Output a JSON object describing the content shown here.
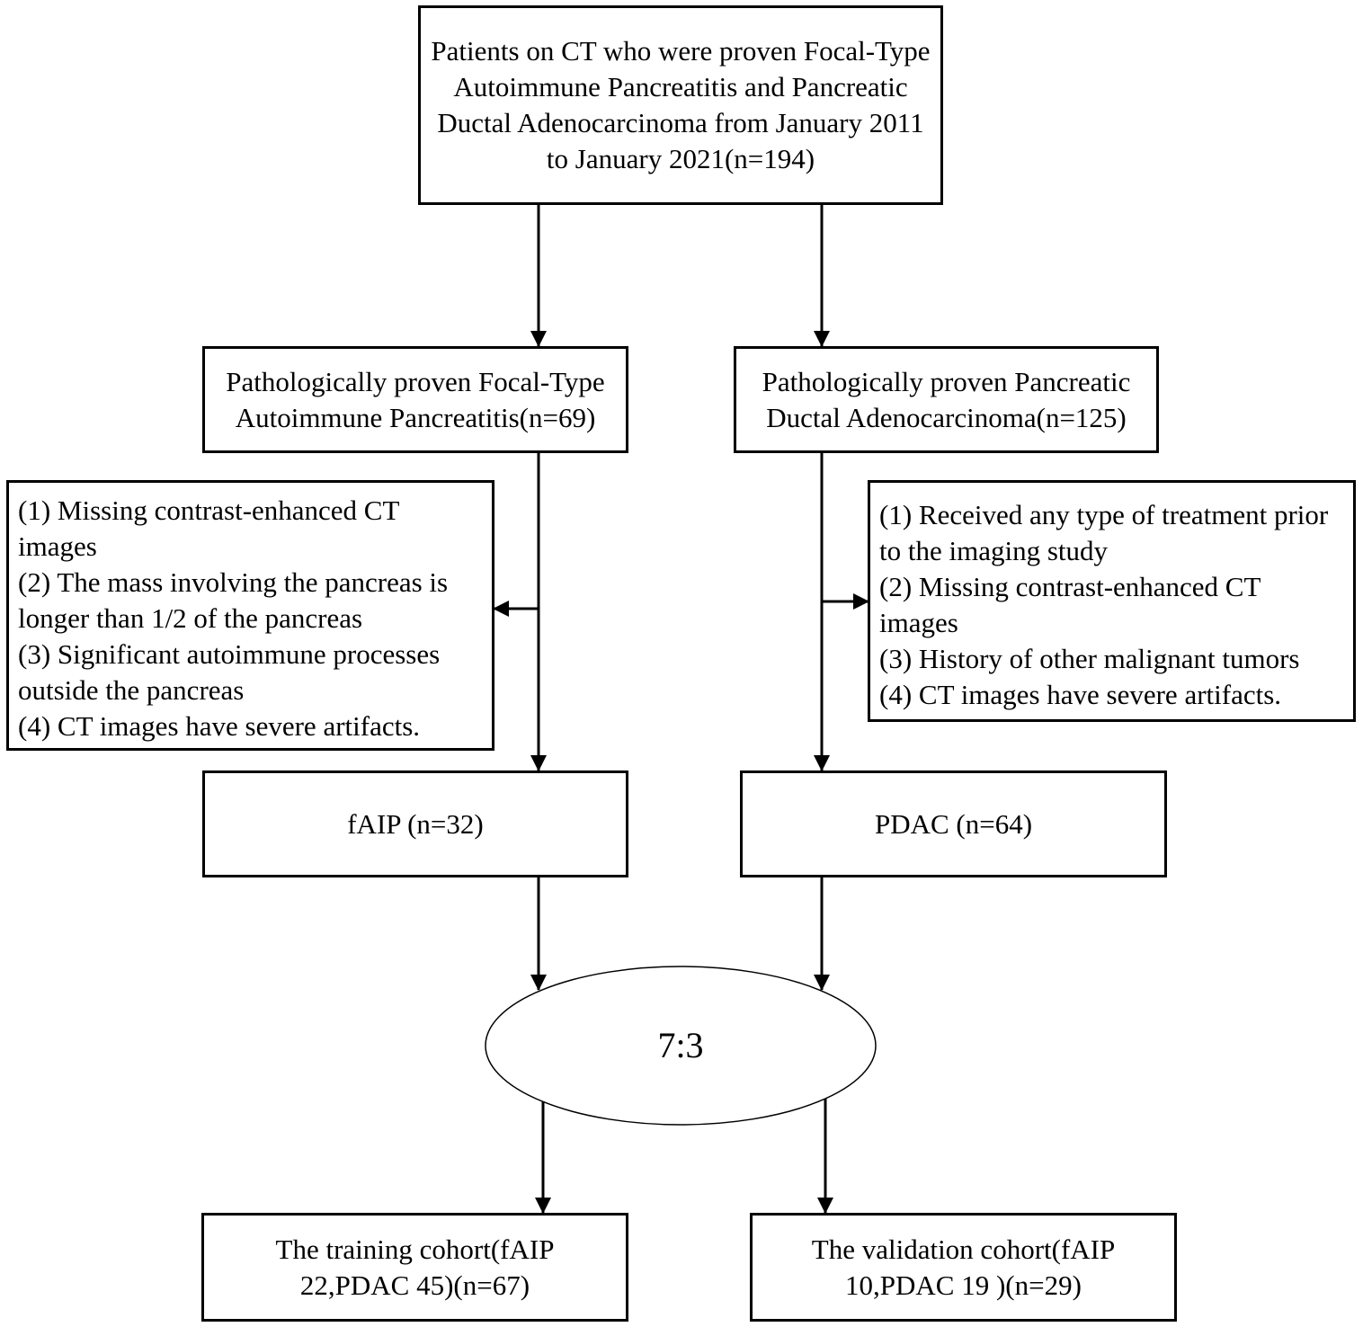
{
  "nodes": {
    "source": {
      "text": "Patients  on CT who were proven Focal-Type Autoimmune Pancreatitis and Pancreatic Ductal Adenocarcinoma from January 2011 to January 2021(n=194)"
    },
    "faip_proven": {
      "text": "Pathologically proven  Focal-Type Autoimmune Pancreatitis(n=69)"
    },
    "pdac_proven": {
      "text": "Pathologically proven Pancreatic Ductal Adenocarcinoma(n=125)"
    },
    "faip_exclusions": {
      "items": [
        "(1) Missing contrast-enhanced CT images",
        "(2) The mass involving the pancreas is longer than 1/2 of the pancreas",
        "(3) Significant autoimmune processes outside the pancreas",
        "(4) CT images have severe artifacts."
      ]
    },
    "pdac_exclusions": {
      "items": [
        "(1) Received any type of treatment prior to the imaging study",
        "(2) Missing contrast-enhanced CT images",
        "(3) History of other malignant tumors",
        "(4) CT images have severe artifacts."
      ]
    },
    "faip_final": {
      "text": "fAIP (n=32)"
    },
    "pdac_final": {
      "text": "PDAC (n=64)"
    },
    "split": {
      "text": "7:3"
    },
    "training": {
      "text": "The training cohort(fAIP 22,PDAC 45)(n=67)"
    },
    "validation": {
      "text": "The validation cohort(fAIP 10,PDAC 19 )(n=29)"
    }
  },
  "edges": [
    {
      "from": "source",
      "to": "faip_proven"
    },
    {
      "from": "source",
      "to": "pdac_proven"
    },
    {
      "from": "faip_proven",
      "to": "faip_exclusions"
    },
    {
      "from": "faip_proven",
      "to": "faip_final"
    },
    {
      "from": "pdac_proven",
      "to": "pdac_exclusions"
    },
    {
      "from": "pdac_proven",
      "to": "pdac_final"
    },
    {
      "from": "faip_final",
      "to": "split"
    },
    {
      "from": "pdac_final",
      "to": "split"
    },
    {
      "from": "split",
      "to": "training"
    },
    {
      "from": "split",
      "to": "validation"
    }
  ]
}
